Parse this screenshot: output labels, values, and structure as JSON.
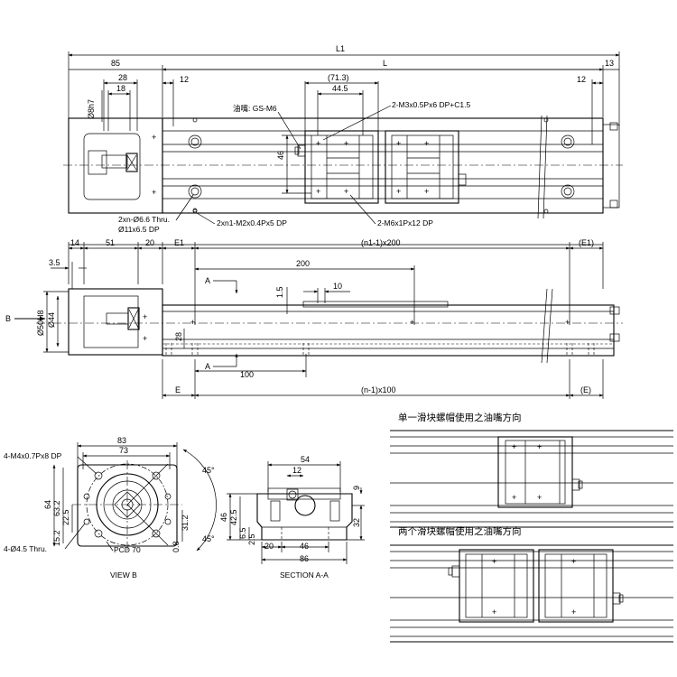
{
  "top_view": {
    "dims": {
      "L1": "L1",
      "L": "L",
      "d85": "85",
      "d13": "13",
      "d28": "28",
      "d18": "18",
      "d12_left": "12",
      "d12_right": "12",
      "d71_3": "(71.3)",
      "d44_5": "44.5",
      "d46": "46",
      "shaft": "Ø8h7"
    },
    "callouts": {
      "oil_nipple": "油嘴: GS-M6",
      "m3_holes": "2-M3x0.5Px6 DP+C1.5",
      "thru_holes": "2xn-Ø6.6 Thru.",
      "counterbore": "Ø11x6.5 DP",
      "m2_holes": "2xn1-M2x0.4Px5 DP",
      "m6_holes": "2-M6x1Px12 DP"
    }
  },
  "side_view": {
    "dims": {
      "d14": "14",
      "d51": "51",
      "d20": "20",
      "E1": "E1",
      "n1_pitch": "(n1-1)x200",
      "E1_paren": "(E1)",
      "d3_5": "3.5",
      "d200": "200",
      "d10": "10",
      "d1_5": "1.5",
      "d50h8": "Ø50H8",
      "d44": "Ø44",
      "d28": "28",
      "d100": "100",
      "E": "E",
      "n_pitch": "(n-1)x100",
      "E_paren": "(E)"
    },
    "markers": {
      "arrow_B": "B",
      "section_A_top": "A",
      "section_A_bottom": "A"
    }
  },
  "view_b": {
    "caption": "VIEW B",
    "dims": {
      "d83": "83",
      "d73": "73",
      "d64": "64",
      "d63_2": "63.2",
      "d22_5": "22.5",
      "d15_2": "15.2",
      "d31_2": "31.2",
      "d0_8": "0.8",
      "angle_top": "45°",
      "angle_bottom": "45°"
    },
    "callouts": {
      "m4_holes": "4-M4x0.7Px8 DP",
      "thru": "4-Ø4.5 Thru.",
      "pcd": "PCD 70"
    }
  },
  "section_aa": {
    "caption": "SECTION A-A",
    "dims": {
      "d54": "54",
      "d12": "12",
      "d9": "9",
      "d46": "46",
      "d42_5": "42.5",
      "d32": "32",
      "d6_5": "6.5",
      "d2_5": "2.5",
      "d20": "20",
      "d46_bottom": "46",
      "d86": "86"
    }
  },
  "oil_single": {
    "title": "单一滑块螺帽使用之油嘴方向"
  },
  "oil_double": {
    "title": "两个滑块螺帽使用之油嘴方向"
  }
}
